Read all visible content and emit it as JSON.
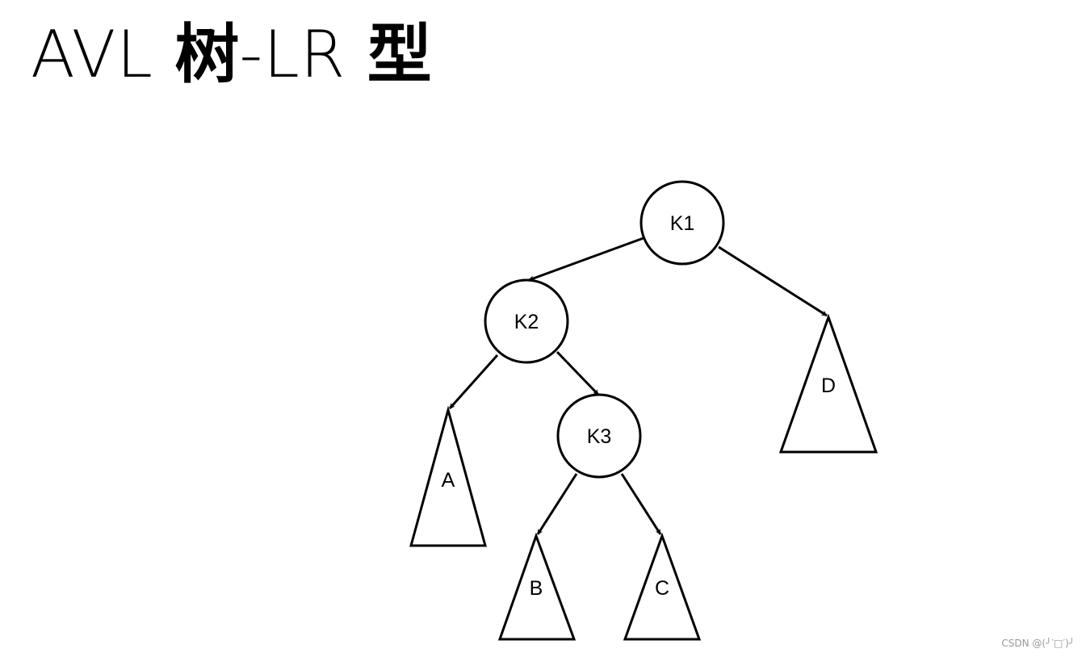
{
  "title": {
    "part1": "AVL ",
    "part2": "树",
    "part3": "-LR ",
    "part4": "型"
  },
  "tree": {
    "nodes": [
      {
        "id": "k1",
        "label": "K1",
        "shape": "circle"
      },
      {
        "id": "k2",
        "label": "K2",
        "shape": "circle"
      },
      {
        "id": "k3",
        "label": "K3",
        "shape": "circle"
      },
      {
        "id": "a",
        "label": "A",
        "shape": "triangle"
      },
      {
        "id": "b",
        "label": "B",
        "shape": "triangle"
      },
      {
        "id": "c",
        "label": "C",
        "shape": "triangle"
      },
      {
        "id": "d",
        "label": "D",
        "shape": "triangle"
      }
    ],
    "edges": [
      {
        "from": "k1",
        "to": "k2"
      },
      {
        "from": "k1",
        "to": "d"
      },
      {
        "from": "k2",
        "to": "a"
      },
      {
        "from": "k2",
        "to": "k3"
      },
      {
        "from": "k3",
        "to": "b"
      },
      {
        "from": "k3",
        "to": "c"
      }
    ]
  },
  "watermark": "CSDN @(╯‵□′)╯"
}
